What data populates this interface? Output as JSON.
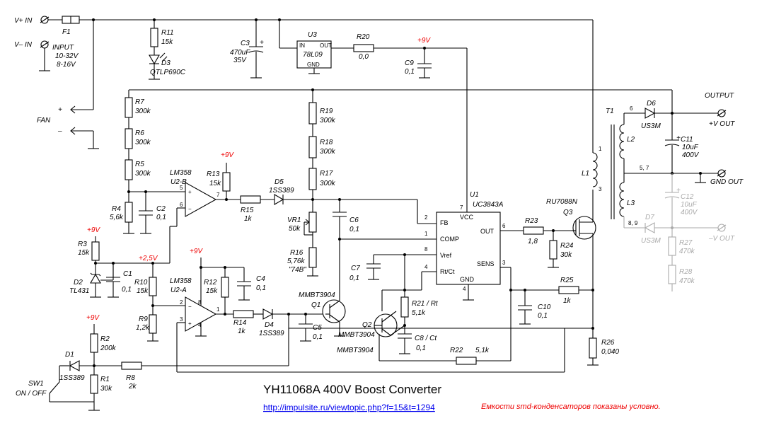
{
  "title": "YH11068A   400V Boost Converter",
  "link": "http://impulsite.ru/viewtopic.php?f=15&t=1294",
  "note": "Емкости smd-конденсаторов показаны условно.",
  "terminals": {
    "vin_pos": "V+ IN",
    "vin_neg": "V– IN",
    "input": "INPUT",
    "input_r1": "10-32V",
    "input_r2": "8-16V",
    "fan": "FAN",
    "fan_plus": "+",
    "fan_minus": "–",
    "output": "OUTPUT",
    "vout_pos": "+V OUT",
    "gnd_out": "GND OUT",
    "vout_neg": "–V OUT"
  },
  "rails": {
    "r9v": "+9V",
    "r25v": "+2,5V"
  },
  "components": {
    "F1": "F1",
    "R11": "R11",
    "R11v": "15k",
    "D3": "D3",
    "D3v": "QTLP690C",
    "C3": "C3",
    "C3v1": "470uF",
    "C3v2": "35V",
    "U3": "U3",
    "U3v": "78L09",
    "U3in": "IN",
    "U3out": "OUT",
    "U3gnd": "GND",
    "R20": "R20",
    "R20v": "0,0",
    "C9": "C9",
    "C9v": "0,1",
    "R7": "R7",
    "R7v": "300k",
    "R6": "R6",
    "R6v": "300k",
    "R5": "R5",
    "R5v": "300k",
    "R4": "R4",
    "R4v": "5,6k",
    "C2": "C2",
    "C2v": "0,1",
    "U2B1": "LM358",
    "U2B2": "U2-B",
    "R13": "R13",
    "R13v": "15k",
    "R15": "R15",
    "R15v": "1k",
    "D5": "D5",
    "D5v": "1SS389",
    "R19": "R19",
    "R19v": "300k",
    "R18": "R18",
    "R18v": "300k",
    "R17": "R17",
    "R17v": "300k",
    "VR1": "VR1",
    "VR1v": "50k",
    "C6": "C6",
    "C6v": "0,1",
    "R16": "R16",
    "R16v1": "5,76k",
    "R16v2": "\"74B\"",
    "U1": "U1",
    "U1v": "UC3843A",
    "U1fb": "FB",
    "U1comp": "COMP",
    "U1vref": "Vref",
    "U1rt": "Rt/Ct",
    "U1vcc": "VCC",
    "U1out": "OUT",
    "U1sens": "SENS",
    "U1gnd": "GND",
    "R23": "R23",
    "R23v": "1,8",
    "R24": "R24",
    "R24v": "30k",
    "Q3": "Q3",
    "Q3v": "RU7088N",
    "T1": "T1",
    "L1": "L1",
    "L2": "L2",
    "L3": "L3",
    "D6": "D6",
    "D6v": "US3M",
    "C11": "C11",
    "C11v1": "10uF",
    "C11v2": "400V",
    "C12": "C12",
    "C12v1": "10uF",
    "C12v2": "400V",
    "D7": "D7",
    "D7v": "US3M",
    "R27": "R27",
    "R27v": "470k",
    "R28": "R28",
    "R28v": "470k",
    "R3": "R3",
    "R3v": "15k",
    "D2": "D2",
    "D2v": "TL431",
    "C1": "C1",
    "C1v": "0,1",
    "R10": "R10",
    "R10v": "15k",
    "R9": "R9",
    "R9v": "1,2k",
    "U2A1": "LM358",
    "U2A2": "U2-A",
    "R12": "R12",
    "R12v": "15k",
    "C4": "C4",
    "C4v": "0,1",
    "R14": "R14",
    "R14v": "1k",
    "D4": "D4",
    "D4v": "1SS389",
    "C5": "C5",
    "C5v": "0,1",
    "Q1": "Q1",
    "Q1v": "MMBT3904",
    "C7": "C7",
    "C7v": "0,1",
    "R21": "R21",
    "R21b": "/ Rt",
    "R21v": "5,1k",
    "C8": "C8",
    "C8b": "/ Ct",
    "C8v": "0,1",
    "Q2": "Q2",
    "Q2v": "MMBT3904",
    "R22": "R22",
    "R22v": "5,1k",
    "C10": "C10",
    "C10v": "0,1",
    "R25": "R25",
    "R25v": "1k",
    "R26": "R26",
    "R26v": "0,040",
    "R2": "R2",
    "R2v": "200k",
    "R1": "R1",
    "R1v": "30k",
    "D1": "D1",
    "D1v": "1SS389",
    "R8": "R8",
    "R8v": "2k",
    "SW1": "SW1",
    "SW1v": "ON / OFF"
  }
}
